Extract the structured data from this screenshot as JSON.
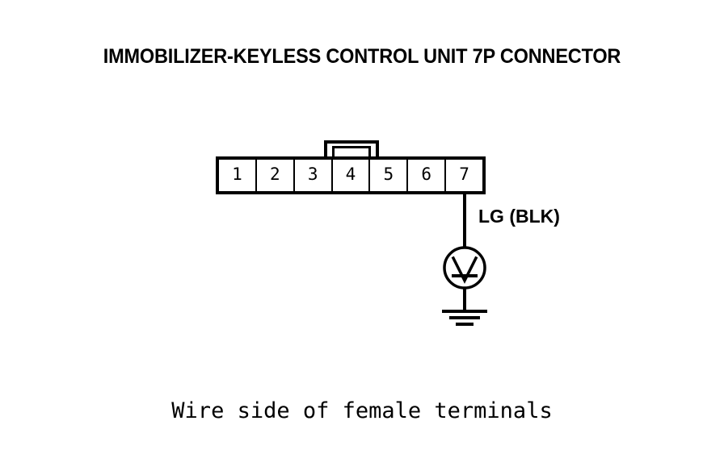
{
  "diagram": {
    "title": "IMMOBILIZER-KEYLESS CONTROL UNIT 7P CONNECTOR",
    "caption": "Wire side of female terminals",
    "colors": {
      "line": "#000000",
      "background": "#ffffff"
    },
    "connector": {
      "type": "7P",
      "pin_count": 7,
      "pins": [
        {
          "number": "1"
        },
        {
          "number": "2"
        },
        {
          "number": "3"
        },
        {
          "number": "4"
        },
        {
          "number": "5"
        },
        {
          "number": "6"
        },
        {
          "number": "7"
        }
      ],
      "latch": "connector-latch-tab"
    },
    "wire": {
      "label": "LG (BLK)",
      "from_pin": "7"
    },
    "measurement": {
      "instrument": "voltmeter",
      "symbol_letter": "V",
      "terminal": "ground"
    }
  }
}
